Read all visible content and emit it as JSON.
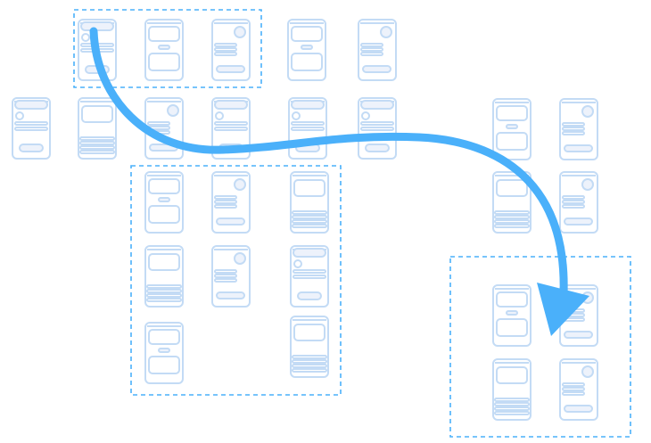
{
  "colors": {
    "background": "#ffffff",
    "wireframe_stroke": "#c3dbf5",
    "wireframe_fill": "#edf2fb",
    "accent": "#4ab0fa",
    "selection_dash": "#4ab0fa"
  },
  "groups": [
    {
      "name": "top-row",
      "selected": true,
      "screens": [
        "list",
        "cards",
        "profile",
        "cards",
        "profile"
      ]
    },
    {
      "name": "second-row",
      "selected": false,
      "screens": [
        "list",
        "media",
        "profile",
        "list",
        "list",
        "list"
      ]
    },
    {
      "name": "right-cluster",
      "selected": false,
      "screens": [
        "cards",
        "profile",
        "media",
        "profile"
      ]
    },
    {
      "name": "middle-cluster",
      "selected": true,
      "screens": [
        "cards",
        "profile",
        "media",
        "media",
        "profile",
        "list",
        "cards",
        "media"
      ]
    },
    {
      "name": "target-cluster",
      "selected": true,
      "screens": [
        "cards",
        "profile",
        "media",
        "profile"
      ]
    }
  ],
  "connector": {
    "from": "top-row",
    "to": "target-cluster",
    "icon": "curved-arrow"
  }
}
